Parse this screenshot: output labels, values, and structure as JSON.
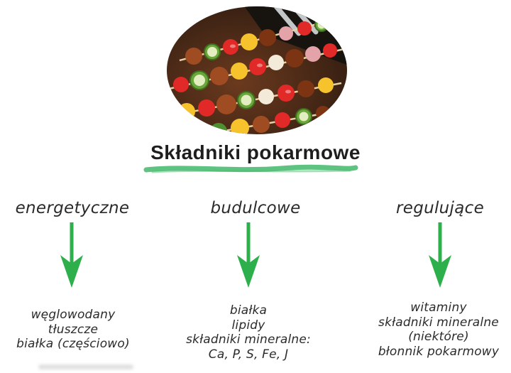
{
  "page": {
    "background": "#ffffff"
  },
  "diagram": {
    "title": "Składniki pokarmowe",
    "hero_image": "grilled-skewers-photo",
    "colors": {
      "arrow_green": "#2db04b",
      "underline_green": "#4dbd72",
      "text": "#2b2b2b"
    },
    "branches": [
      {
        "label": "energetyczne",
        "items": [
          "węglowodany",
          "tłuszcze",
          "białka (częściowo)"
        ]
      },
      {
        "label": "budulcowe",
        "items": [
          "białka",
          "lipidy",
          "składniki mineralne:",
          "Ca, P, S, Fe, J"
        ]
      },
      {
        "label": "regulujące",
        "items": [
          "witaminy",
          "składniki mineralne",
          "(niektóre)",
          "błonnik pokarmowy"
        ]
      }
    ]
  }
}
